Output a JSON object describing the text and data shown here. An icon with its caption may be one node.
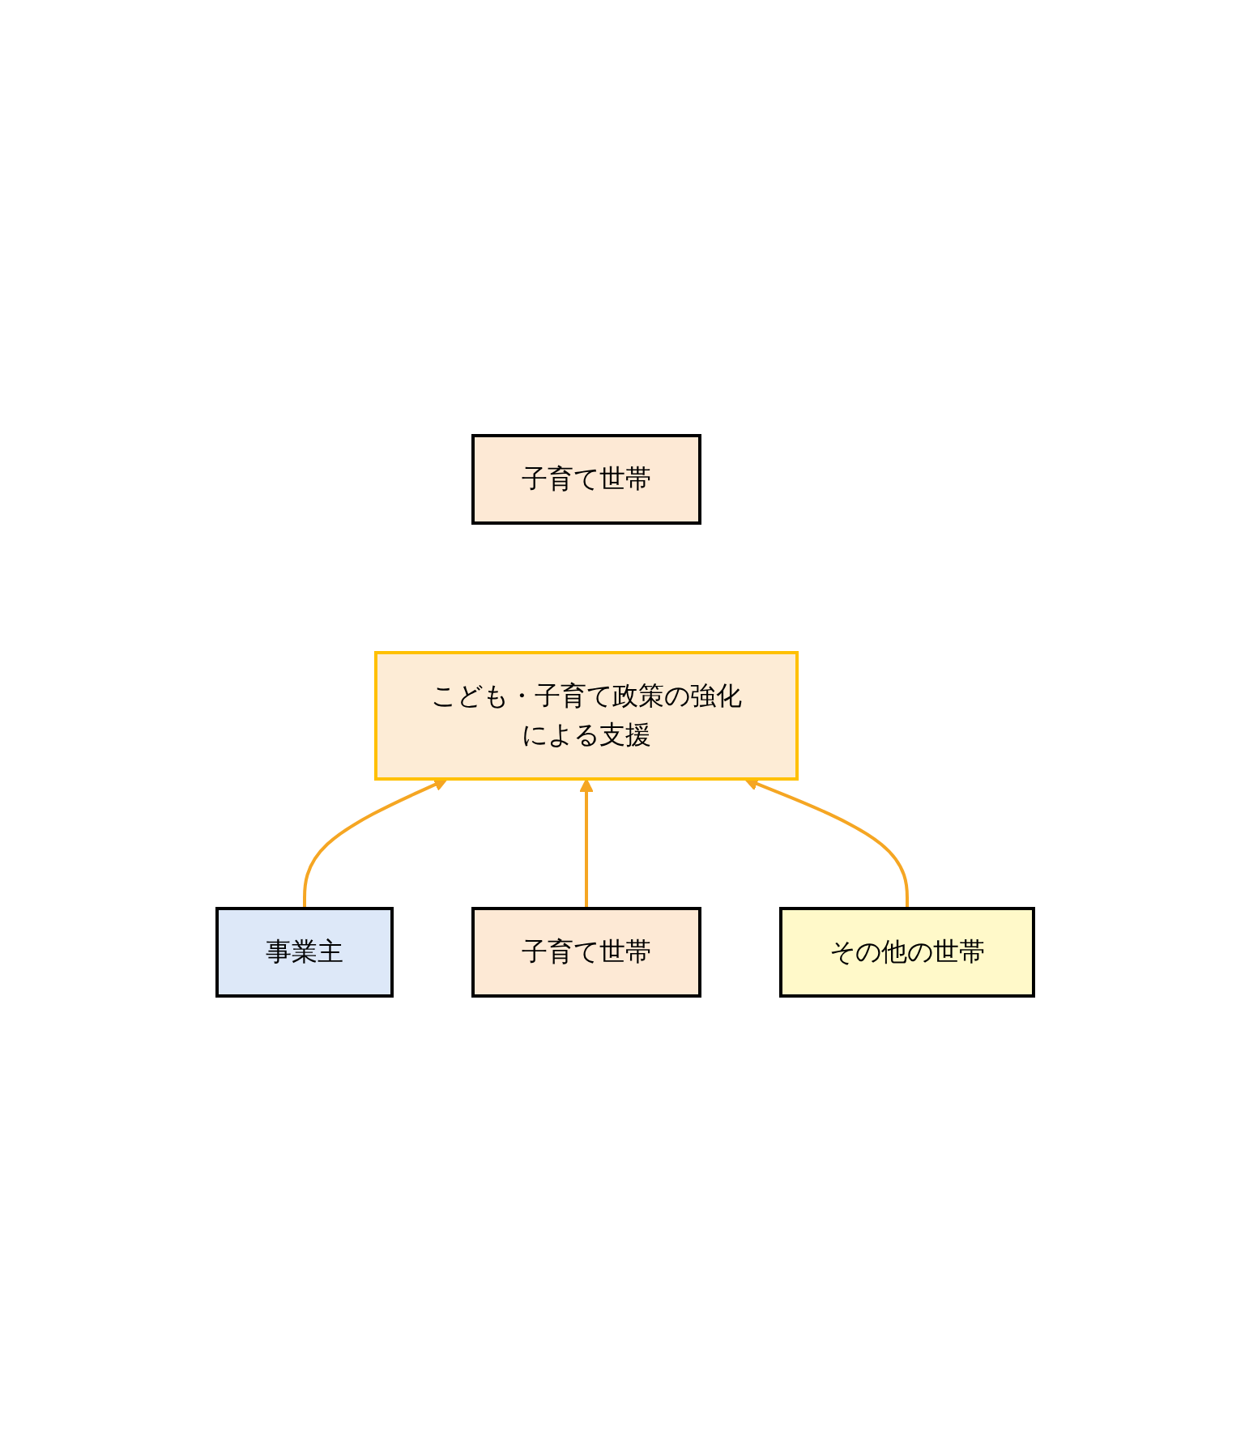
{
  "diagram": {
    "nodes": [
      {
        "text": [
          "子育て世帯"
        ]
      },
      {
        "text": [
          "事業主"
        ]
      },
      {
        "text": [
          "子育て世帯"
        ]
      },
      {
        "text": [
          "その他の世帯"
        ]
      },
      {
        "text": [
          "こども・子育て政策の強化による支援"
        ]
      }
    ],
    "edges": [
      {
        "from": 1,
        "to": 4,
        "arrow": "to"
      },
      {
        "from": 2,
        "to": 4,
        "arrow": "to"
      },
      {
        "from": 3,
        "to": 4,
        "arrow": "to"
      }
    ]
  }
}
